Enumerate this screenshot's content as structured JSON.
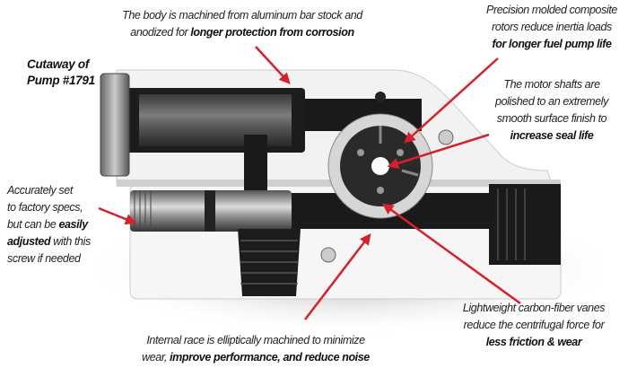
{
  "title": {
    "line1": "Cutaway of",
    "line2": "Pump #1791"
  },
  "callouts": {
    "body": {
      "line1": "The body is machined from aluminum bar stock and",
      "line2a": "anodized for ",
      "line2b": "longer protection from corrosion"
    },
    "rotors": {
      "line1": "Precision molded composite",
      "line2": "rotors reduce inertia loads",
      "line3": "for longer fuel pump life"
    },
    "shafts": {
      "line1": "The motor shafts are",
      "line2": "polished to an extremely",
      "line3": "smooth surface finish to",
      "line4": "increase seal life"
    },
    "screw": {
      "line1": "Accurately set",
      "line2": "to factory specs,",
      "line3a": "but can be ",
      "line3b": "easily",
      "line4a": "adjusted",
      "line4b": " with this",
      "line5": "screw if needed"
    },
    "race": {
      "line1": "Internal race is elliptically machined to minimize",
      "line2a": "wear, ",
      "line2b": "improve performance, and reduce noise"
    },
    "vanes": {
      "line1": "Lightweight carbon-fiber vanes",
      "line2": "reduce the centrifugal force for",
      "line3": "less friction & wear"
    }
  },
  "colors": {
    "arrow": "#d8202a",
    "body": "#f4f4f4",
    "passage": "#1a1a1a"
  }
}
